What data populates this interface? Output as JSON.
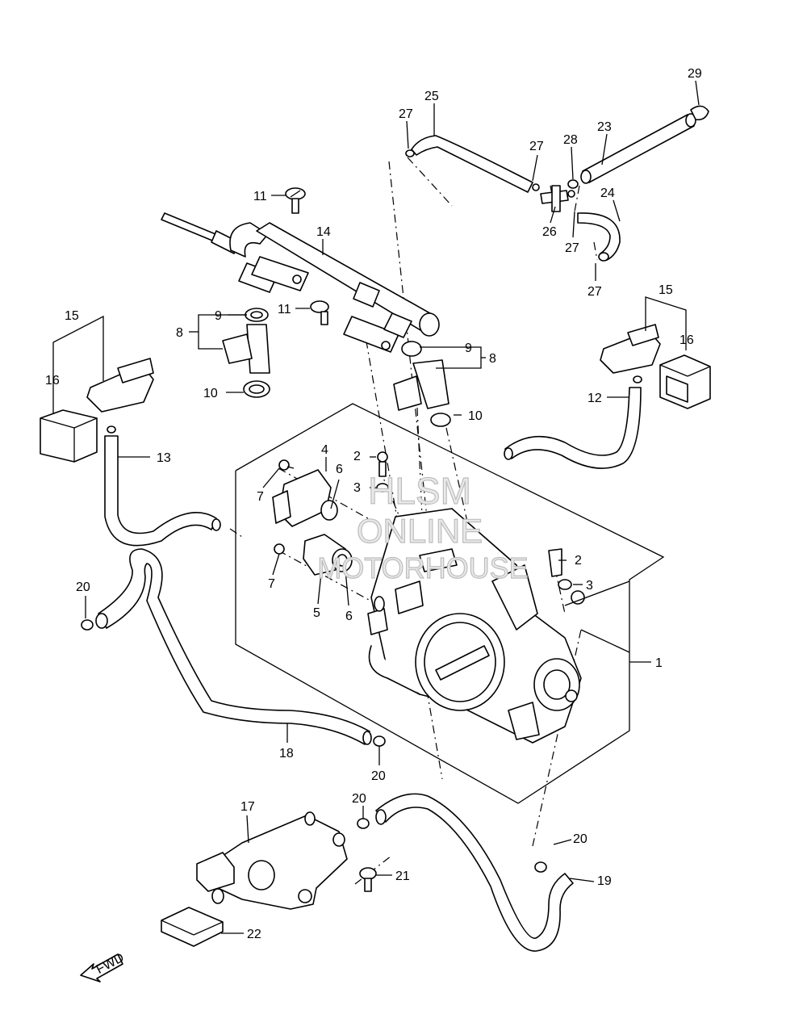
{
  "watermark": {
    "line1": "HLSM",
    "line2": "ONLINE",
    "line3": "MOTORHOUSE"
  },
  "fwd_label": "FWD",
  "callouts": {
    "c1": "1",
    "c2a": "2",
    "c2b": "2",
    "c3a": "3",
    "c3b": "3",
    "c4": "4",
    "c5": "5",
    "c6a": "6",
    "c6b": "6",
    "c7a": "7",
    "c7b": "7",
    "c8a": "8",
    "c8b": "8",
    "c9a": "9",
    "c9b": "9",
    "c10a": "10",
    "c10b": "10",
    "c11a": "11",
    "c11b": "11",
    "c12": "12",
    "c13": "13",
    "c14": "14",
    "c15a": "15",
    "c15b": "15",
    "c16a": "16",
    "c16b": "16",
    "c17": "17",
    "c18": "18",
    "c19": "19",
    "c20a": "20",
    "c20b": "20",
    "c20c": "20",
    "c20d": "20",
    "c21": "21",
    "c22": "22",
    "c23": "23",
    "c24": "24",
    "c25": "25",
    "c26": "26",
    "c27a": "27",
    "c27b": "27",
    "c27c": "27",
    "c27d": "27",
    "c28": "28",
    "c29": "29"
  }
}
